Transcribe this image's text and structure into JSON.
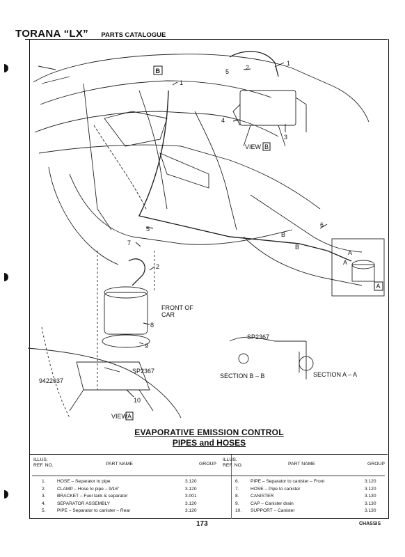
{
  "header": {
    "title": "TORANA “LX”",
    "subtitle": "PARTS CATALOGUE"
  },
  "diagram_labels": {
    "view_b_box": "B",
    "view_b_text": "VIEW",
    "view_b_ref": "B",
    "view_a_text": "VIEW",
    "view_a_ref": "A",
    "a_box": "A",
    "front_of_car": "FRONT OF",
    "front_of_car2": "CAR",
    "sp2367_top": "SP2367",
    "sp2367_lower": "SP2367",
    "part_9422037": "9422037",
    "section_bb": "SECTION B – B",
    "section_aa": "SECTION A – A",
    "b_marker1": "B",
    "b_marker2": "B",
    "a_marker1": "A",
    "a_marker2": "A",
    "c1": "1",
    "c2": "2",
    "c3": "3",
    "c4": "4",
    "c5": "5",
    "c1b": "1",
    "c5b": "5",
    "c6": "6",
    "c7": "7",
    "c2b": "2",
    "c8": "8",
    "c9": "9",
    "c10": "10"
  },
  "title": {
    "line1": "EVAPORATIVE EMISSION CONTROL",
    "line2": "PIPES and HOSES"
  },
  "table": {
    "col_illus_ref": "ILLUS.\nREF. NO.",
    "col_illus": "ILLUS.",
    "col_refno": "REF. NO.",
    "col_part_name": "PART NAME",
    "col_group": "GROUP",
    "left_rows": [
      {
        "no": "1.",
        "name": "HOSE – Separator to pipe",
        "group": "3.120"
      },
      {
        "no": "2.",
        "name": "CLAMP – Hose to pipe – 9/16”",
        "group": "3.120"
      },
      {
        "no": "3.",
        "name": "BRACKET – Fuel tank & separator",
        "group": "3.001"
      },
      {
        "no": "4.",
        "name": "SEPARATOR ASSEMBLY",
        "group": "3.120"
      },
      {
        "no": "5.",
        "name": "PIPE – Separator to canister – Rear",
        "group": "3.120"
      }
    ],
    "right_rows": [
      {
        "no": "6.",
        "name": "PIPE – Separator to canister – Front",
        "group": "3.120"
      },
      {
        "no": "7.",
        "name": "HOSE – Pipe to canister",
        "group": "3.120"
      },
      {
        "no": "8.",
        "name": "CANISTER",
        "group": "3.130"
      },
      {
        "no": "9.",
        "name": "CAP – Canister drain",
        "group": "3.130"
      },
      {
        "no": "10.",
        "name": "SUPPORT – Canister",
        "group": "3.130"
      }
    ]
  },
  "footer": {
    "page_number": "173",
    "section": "CHASSIS"
  }
}
